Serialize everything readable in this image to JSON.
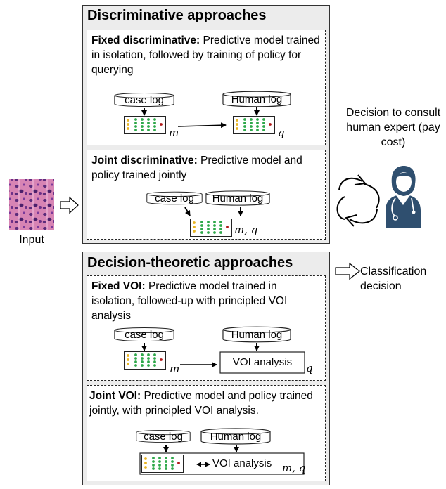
{
  "panels": {
    "discriminative": {
      "title": "Discriminative approaches",
      "fixed": {
        "heading": "Fixed discriminative:",
        "text": " Predictive model trained in isolation, followed by training of policy for querying",
        "case_log": "case log",
        "human_log": "Human log",
        "var_m": "m",
        "var_q": "q"
      },
      "joint": {
        "heading": "Joint discriminative:",
        "text": " Predictive model and policy trained jointly",
        "case_log": "case log",
        "human_log": "Human log",
        "var_mq": "m, q"
      }
    },
    "decision_theoretic": {
      "title": "Decision-theoretic approaches",
      "fixed": {
        "heading": "Fixed VOI:",
        "text": " Predictive model trained in isolation, followed-up with principled VOI analysis",
        "case_log": "case log",
        "human_log": "Human log",
        "voi": "VOI analysis",
        "var_m": "m",
        "var_q": "q"
      },
      "joint": {
        "heading": "Joint VOI:",
        "text": " Predictive model and policy trained jointly, with principled VOI analysis.",
        "case_log": "case log",
        "human_log": "Human log",
        "voi": "VOI analysis",
        "var_mq": "m, q"
      }
    }
  },
  "input_label": "Input",
  "consult_label": "Decision to consult human expert (pay cost)",
  "output_label": "Classification decision",
  "colors": {
    "panel_bg": "#ececec",
    "node_green": "#2ea84a",
    "node_yellow": "#e8b422",
    "node_red": "#b01818",
    "tissue_pink": "#d784b4",
    "tissue_purple": "#5a2a7a",
    "doctor_blue": "#2f4f6f"
  },
  "icons": {
    "database": "cylinder-icon",
    "network": "neural-net-icon",
    "doctor": "doctor-icon",
    "cycle": "cycle-arrows-icon",
    "histology": "histology-image"
  }
}
